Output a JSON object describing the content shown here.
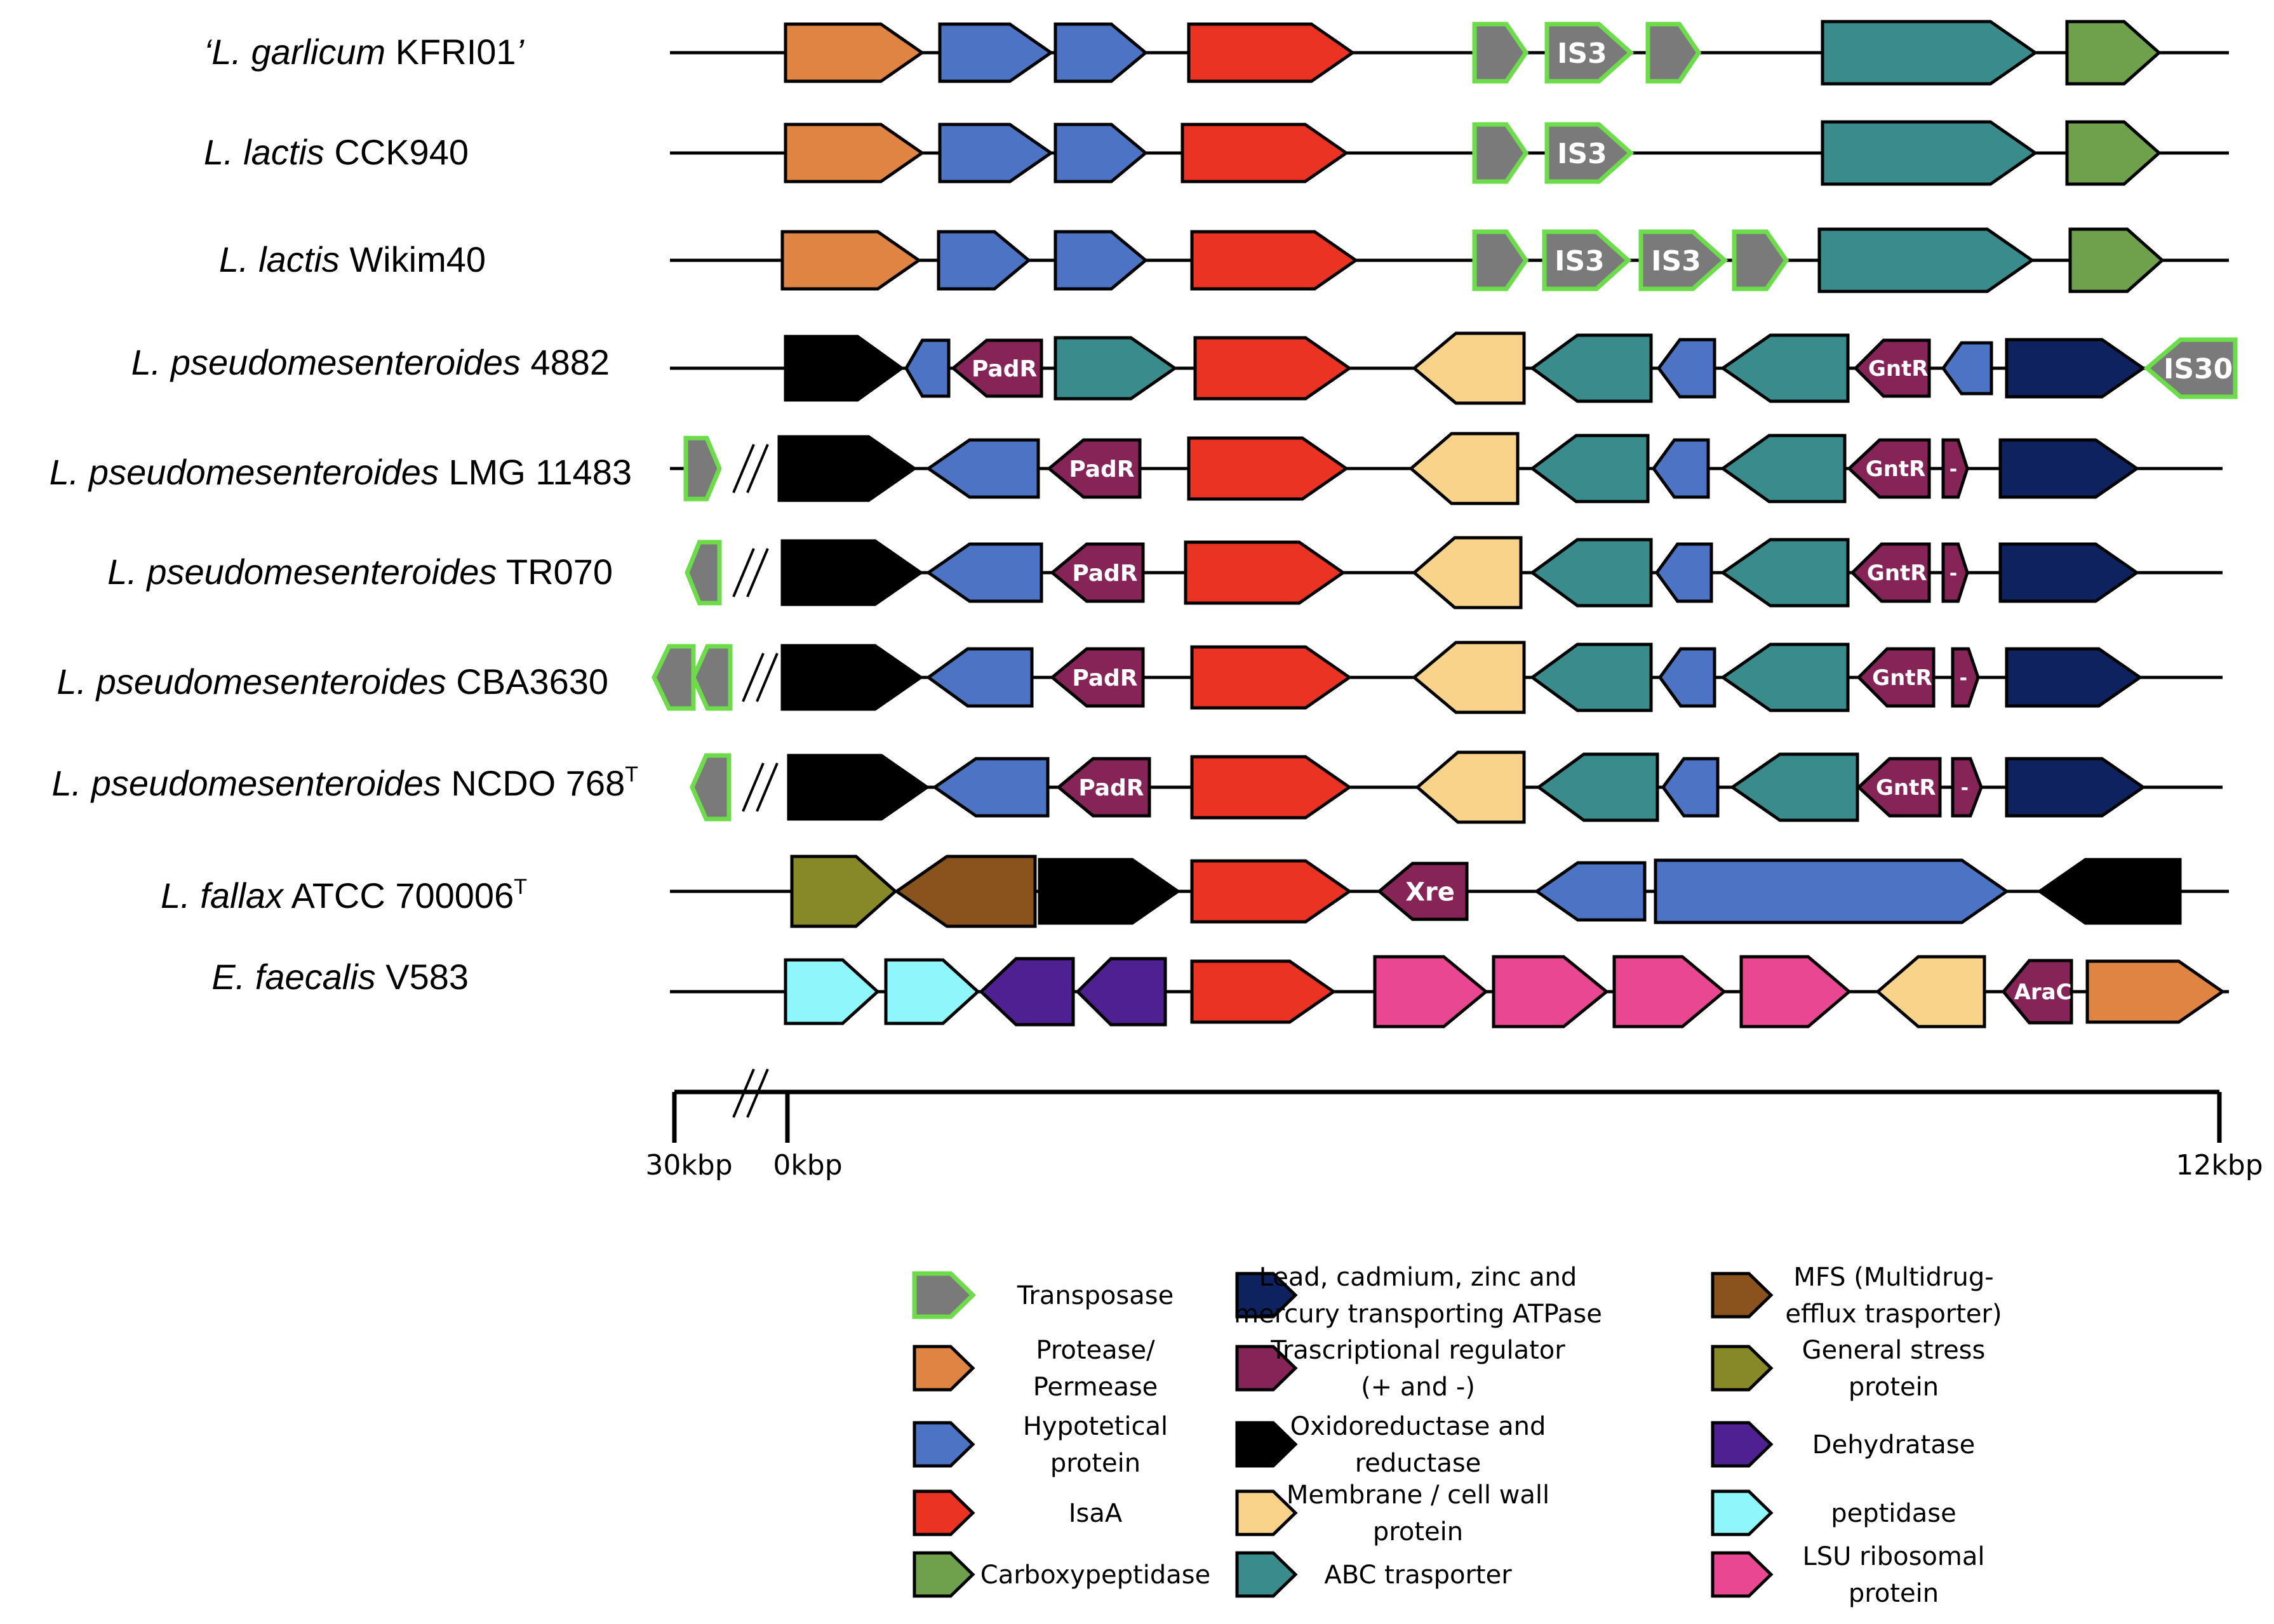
{
  "colors": {
    "transposase": "#7a7a7a",
    "transposase_outline": "#6ddc4b",
    "protease": "#e08444",
    "hypothetical": "#4c73c4",
    "isaa": "#ea3323",
    "carboxypeptidase": "#6fa14c",
    "atpase": "#0f2260",
    "regulator": "#862458",
    "oxidoreductase": "#000000",
    "membrane": "#fad38a",
    "abc": "#3a8c8c",
    "mfs": "#8a521c",
    "stress": "#878929",
    "dehydratase": "#4e2091",
    "peptidase": "#8ff7fc",
    "lsu": "#e94792"
  },
  "genomes": [
    {
      "id": "garlicum",
      "name_italic": "L. garlicum",
      "name_plain": " KFRI01",
      "prefix": "‘",
      "suffix": "’",
      "superscript": ""
    },
    {
      "id": "lactis-cck940",
      "name_italic": "L. lactis",
      "name_plain": " CCK940",
      "prefix": "",
      "suffix": "",
      "superscript": ""
    },
    {
      "id": "lactis-wikim40",
      "name_italic": "L. lactis",
      "name_plain": " Wikim40",
      "prefix": "",
      "suffix": "",
      "superscript": ""
    },
    {
      "id": "pseudo-4882",
      "name_italic": "L. pseudomesenteroides",
      "name_plain": " 4882",
      "prefix": "",
      "suffix": "",
      "superscript": ""
    },
    {
      "id": "pseudo-lmg11483",
      "name_italic": "L. pseudomesenteroides",
      "name_plain": " LMG 11483",
      "prefix": "",
      "suffix": "",
      "superscript": ""
    },
    {
      "id": "pseudo-tr070",
      "name_italic": "L. pseudomesenteroides",
      "name_plain": " TR070",
      "prefix": "",
      "suffix": "",
      "superscript": ""
    },
    {
      "id": "pseudo-cba3630",
      "name_italic": "L. pseudomesenteroides",
      "name_plain": " CBA3630",
      "prefix": "",
      "suffix": "",
      "superscript": ""
    },
    {
      "id": "pseudo-ncdo768",
      "name_italic": "L. pseudomesenteroides",
      "name_plain": " NCDO 768",
      "prefix": "",
      "suffix": "",
      "superscript": "T"
    },
    {
      "id": "fallax",
      "name_italic": "L. fallax",
      "name_plain": " ATCC 700006",
      "prefix": "",
      "suffix": "",
      "superscript": "T"
    },
    {
      "id": "faecalis",
      "name_italic": "E. faecalis",
      "name_plain": " V583",
      "prefix": "",
      "suffix": "",
      "superscript": ""
    }
  ],
  "gene_labels": {
    "is3": "IS3",
    "is30": "IS30",
    "padr": "PadR",
    "gntr": "GntR",
    "minus": "-",
    "xre": "Xre",
    "arac": "AraC"
  },
  "scale": {
    "left": "30kbp",
    "mid": "0kbp",
    "right": "12kbp"
  },
  "legend": [
    {
      "key": "transposase",
      "lines": [
        "Transposase"
      ]
    },
    {
      "key": "protease",
      "lines": [
        "Protease/",
        "Permease"
      ]
    },
    {
      "key": "hypothetical",
      "lines": [
        "Hypotetical",
        "protein"
      ]
    },
    {
      "key": "isaa",
      "lines": [
        "IsaA"
      ]
    },
    {
      "key": "carboxypeptidase",
      "lines": [
        "Carboxypeptidase"
      ]
    },
    {
      "key": "atpase",
      "lines": [
        "Lead, cadmium, zinc and",
        "mercury transporting ATPase"
      ]
    },
    {
      "key": "regulator",
      "lines": [
        "Trascriptional regulator",
        "(+ and -)"
      ]
    },
    {
      "key": "oxidoreductase",
      "lines": [
        "Oxidoreductase and",
        "reductase"
      ]
    },
    {
      "key": "membrane",
      "lines": [
        "Membrane / cell wall",
        "protein"
      ]
    },
    {
      "key": "abc",
      "lines": [
        "ABC trasporter"
      ]
    },
    {
      "key": "mfs",
      "lines": [
        "MFS (Multidrug-",
        "efflux trasporter)"
      ]
    },
    {
      "key": "stress",
      "lines": [
        "General stress",
        "protein"
      ]
    },
    {
      "key": "dehydratase",
      "lines": [
        "Dehydratase"
      ]
    },
    {
      "key": "peptidase",
      "lines": [
        "peptidase"
      ]
    },
    {
      "key": "lsu",
      "lines": [
        "LSU ribosomal",
        "protein"
      ]
    }
  ]
}
